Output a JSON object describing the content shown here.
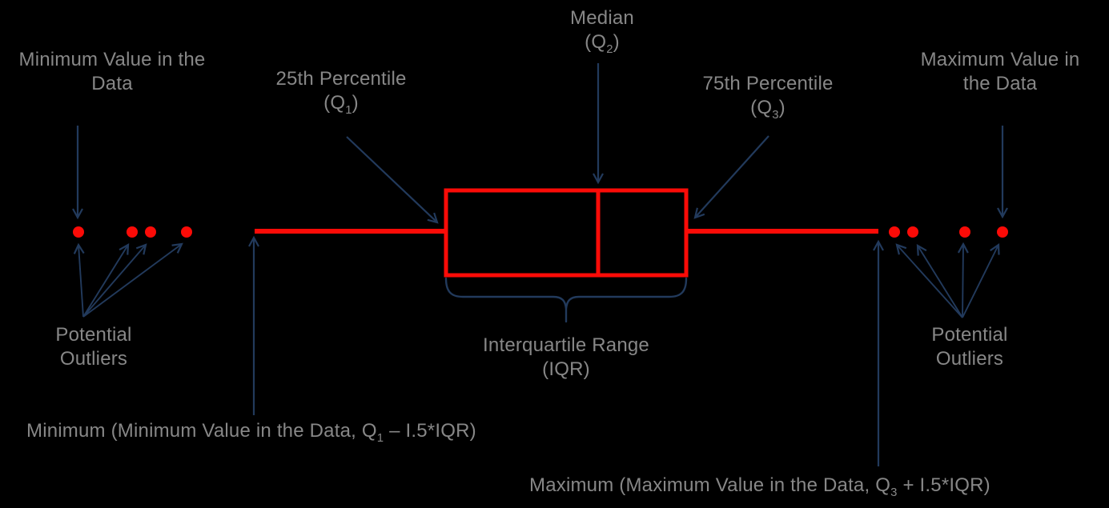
{
  "diagram": {
    "type": "boxplot-anatomy",
    "colors": {
      "background": "#000000",
      "boxplot_red": "#FB0B07",
      "arrow_navy": "#223A5C",
      "label_gray": "#878787"
    },
    "labels": {
      "minimum_value": {
        "line1": "Minimum Value in the",
        "line2": "Data"
      },
      "q1": {
        "prefix": "25th Percentile (Q",
        "subscript": "1",
        "suffix": ")"
      },
      "median": {
        "line1": "Median",
        "prefix": "(Q",
        "subscript": "2",
        "suffix": ")"
      },
      "q3": {
        "line1": "75th Percentile",
        "prefix": "(Q",
        "subscript": "3",
        "suffix": ")"
      },
      "maximum_value": {
        "line1": "Maximum Value in",
        "line2": "the Data"
      },
      "potential_outliers_left": {
        "line1": "Potential",
        "line2": "Outliers"
      },
      "potential_outliers_right": {
        "line1": "Potential",
        "line2": "Outliers"
      },
      "iqr": {
        "line1": "Interquartile Range",
        "line2": "(IQR)"
      },
      "minimum_formula": {
        "prefix": "Minimum (Minimum Value in the Data, Q",
        "subscript": "1",
        "suffix": " – I.5*IQR)"
      },
      "maximum_formula": {
        "prefix": "Maximum (Maximum Value in the Data, Q",
        "subscript": "3",
        "suffix": " + I.5*IQR)"
      }
    }
  }
}
